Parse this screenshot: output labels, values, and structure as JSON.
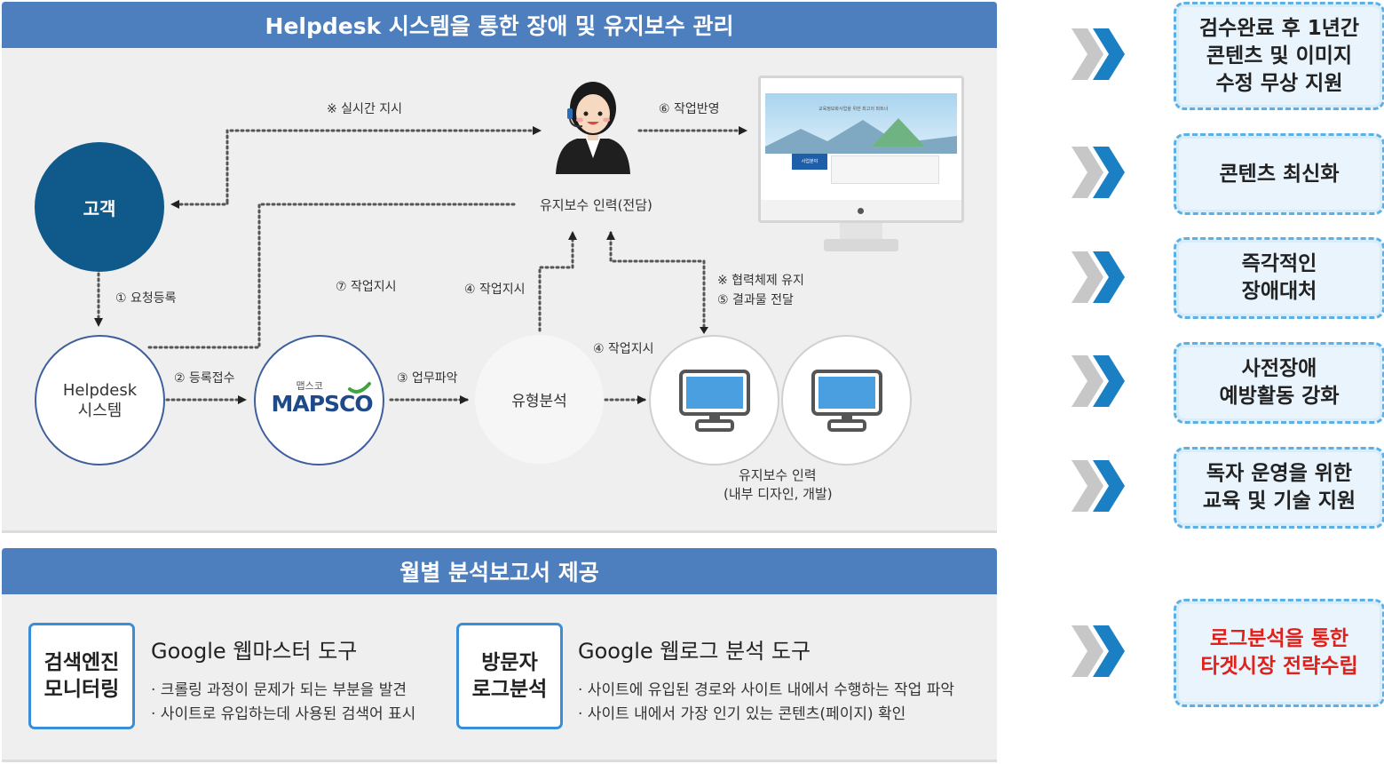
{
  "top_panel": {
    "title": "Helpdesk 시스템을 통한 장애 및 유지보수 관리",
    "nodes": {
      "customer": "고객",
      "helpdesk_line1": "Helpdesk",
      "helpdesk_line2": "시스템",
      "mapsco_small": "맵스코",
      "mapsco_logo": "MAPSCO",
      "type_analysis": "유형분석",
      "operator": "유지보수 인력(전담)",
      "internal_staff_line1": "유지보수 인력",
      "internal_staff_line2": "(내부 디자인, 개발)"
    },
    "flow_labels": {
      "realtime": "※ 실시간 지시",
      "reflect": "⑥ 작업반영",
      "request": "① 요청등록",
      "work7": "⑦ 작업지시",
      "work4_top": "④ 작업지시",
      "coop": "※ 협력체제 유지",
      "deliver": "⑤ 결과물 전달",
      "register": "② 등록접수",
      "grasp": "③ 업무파악",
      "work4_mid": "④ 작업지시"
    }
  },
  "bottom_panel": {
    "title": "월별 분석보고서 제공",
    "tools": [
      {
        "box": "검색엔진\n모니터링",
        "title": "Google 웹마스터 도구",
        "items": [
          "· 크롤링 과정이 문제가 되는 부분을 발견",
          "· 사이트로 유입하는데 사용된 검색어 표시"
        ]
      },
      {
        "box": "방문자\n로그분석",
        "title": "Google 웹로그 분석 도구",
        "items": [
          "· 사이트에 유입된 경로와 사이트 내에서 수행하는 작업 파악",
          "· 사이트 내에서 가장 인기 있는 콘텐츠(페이지) 확인"
        ]
      }
    ]
  },
  "benefits": [
    {
      "text": "검수완료 후 1년간\n콘텐츠 및 이미지\n수정 무상 지원",
      "color": "#222222"
    },
    {
      "text": "콘텐츠 최신화",
      "color": "#222222"
    },
    {
      "text": "즉각적인\n장애대처",
      "color": "#222222"
    },
    {
      "text": "사전장애\n예방활동 강화",
      "color": "#222222"
    },
    {
      "text": "독자 운영을 위한\n교육 및 기술 지원",
      "color": "#222222"
    },
    {
      "text": "로그분석을 통한\n타겟시장 전략수립",
      "color": "#e0201b"
    }
  ],
  "colors": {
    "header": "#4d7ebd",
    "customer": "#0f5a8a",
    "chevron_dark": "#1b7fc4",
    "chevron_light": "#c7c7c7",
    "monitor_screen": "#4a9fe0"
  },
  "monitor_screen": {
    "headline": "교육정보화사업을 위한 최고의 파트너",
    "menu_tab": "사업분야"
  }
}
